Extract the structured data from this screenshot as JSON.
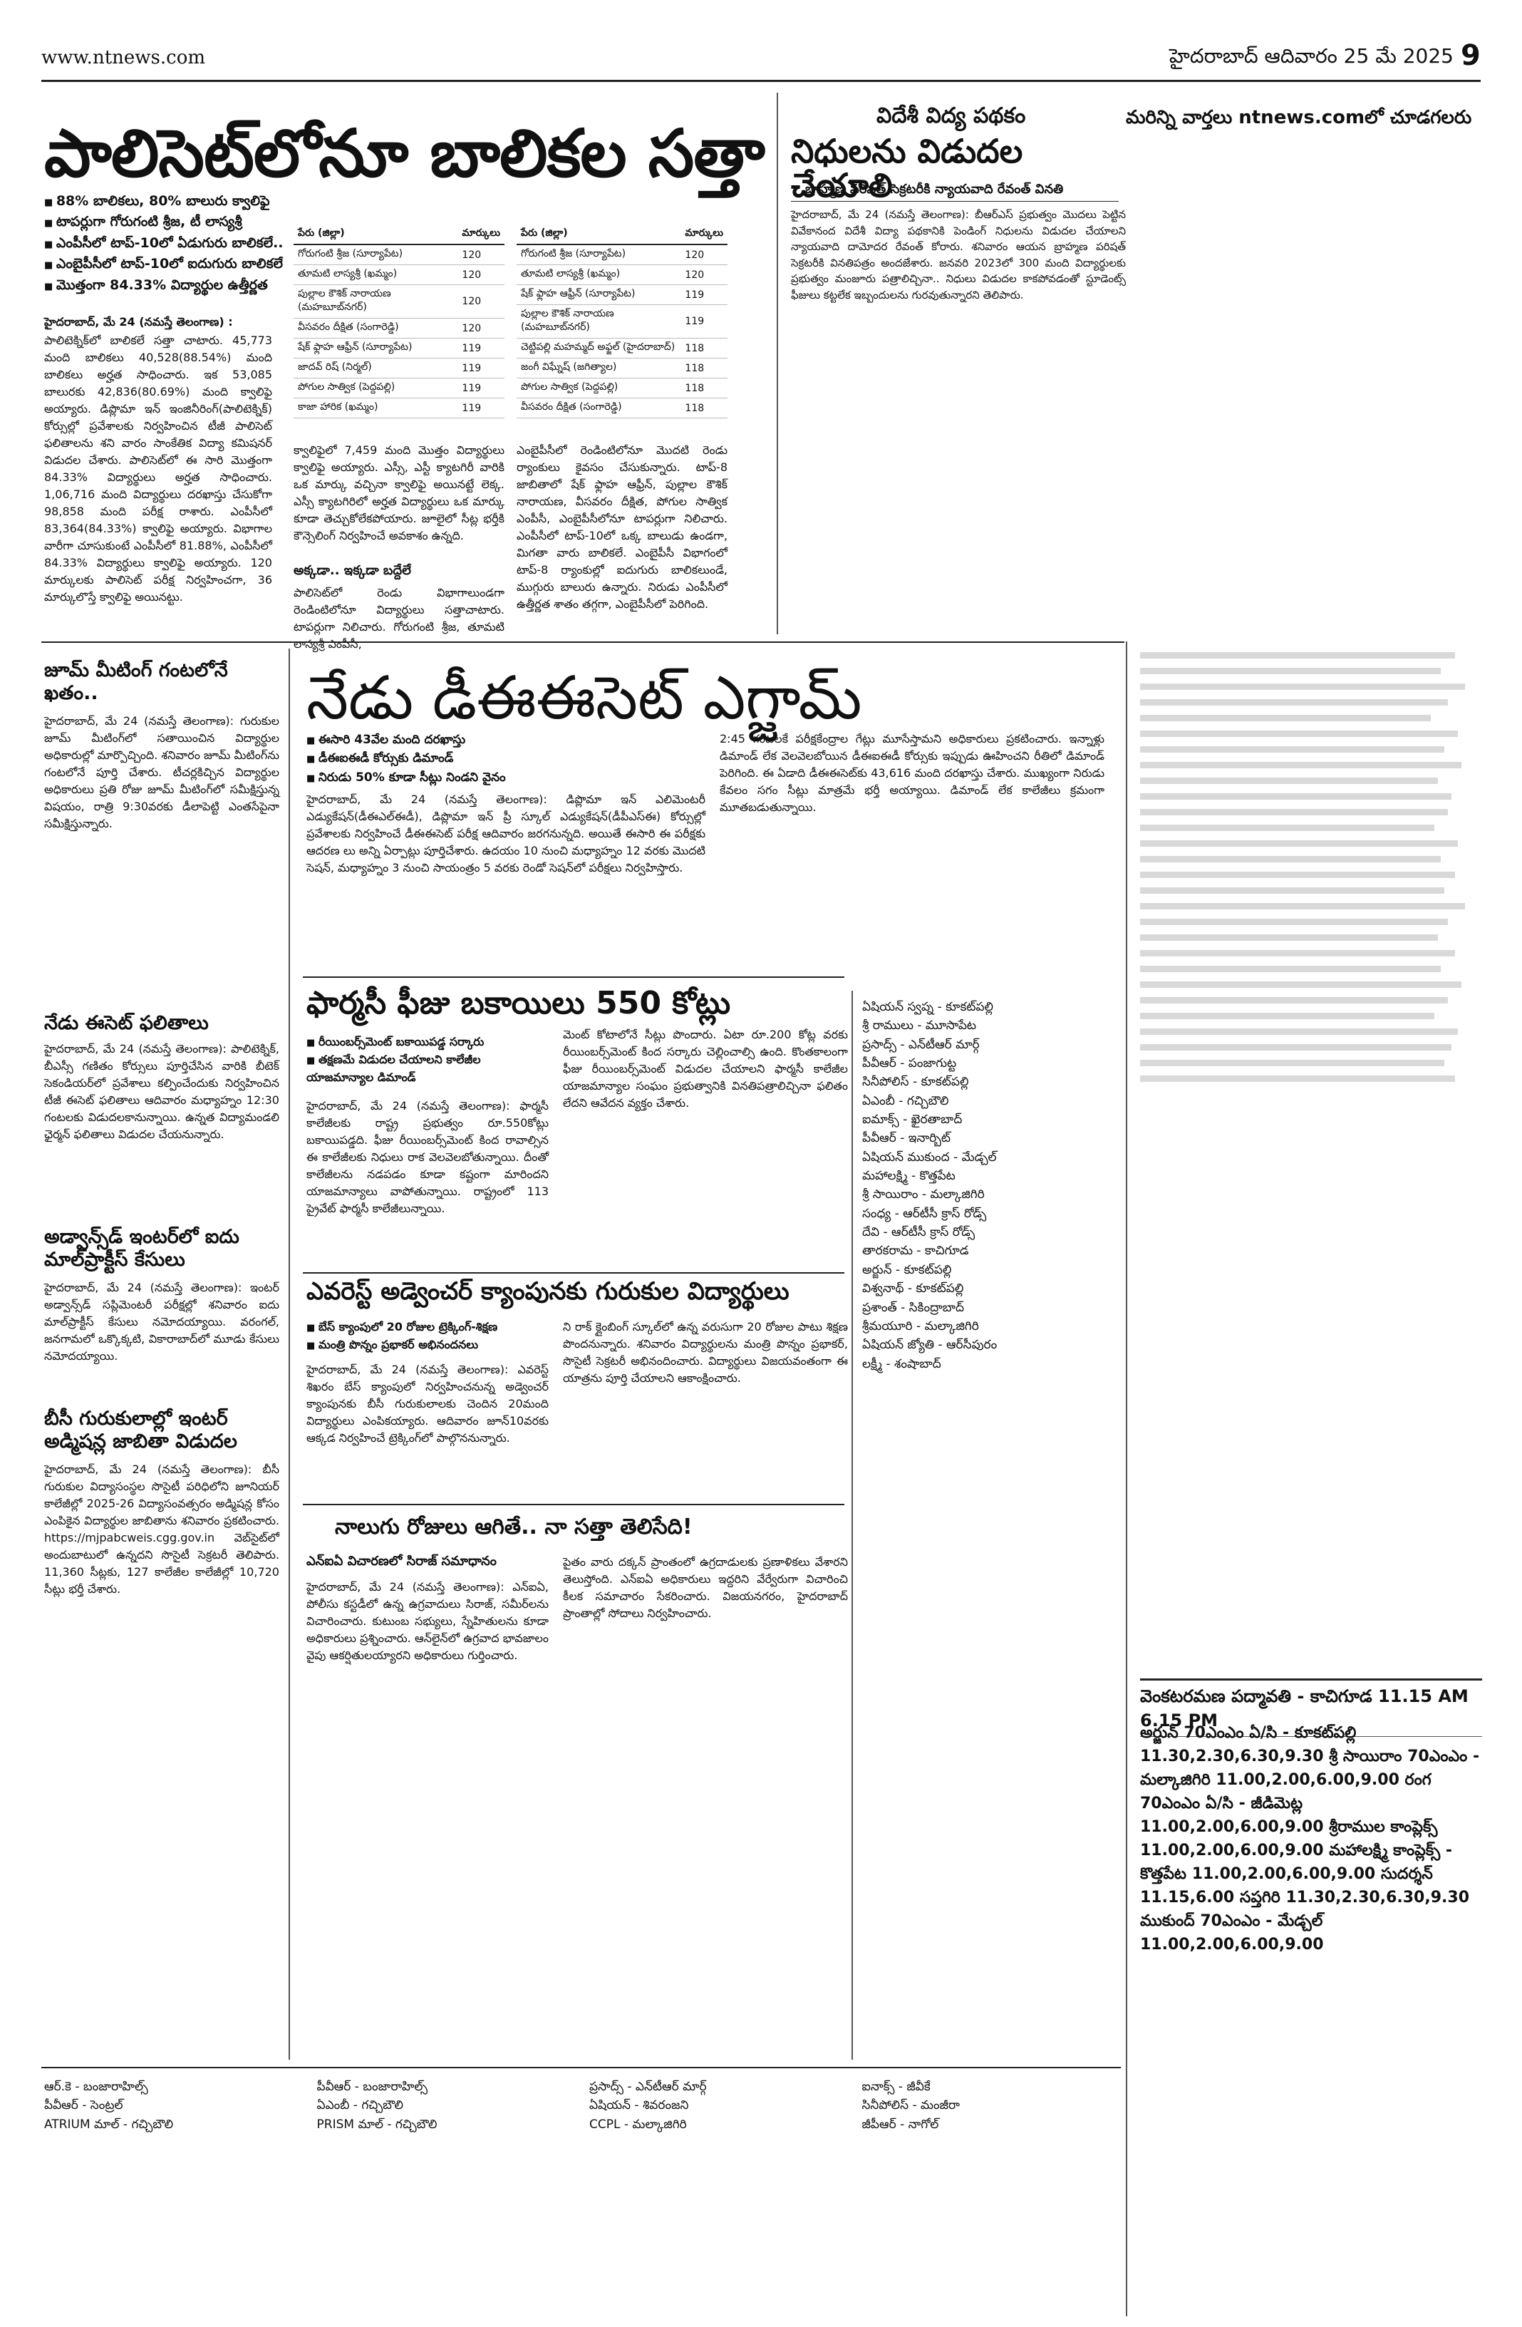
{
  "masthead": {
    "site": "www.ntnews.com",
    "edition_date": "హైదరాబాద్ ఆదివారం 25 మే 2025",
    "page_number": "9",
    "more_news": "మరిన్ని వార్తలు ntnews.comలో చూడగలరు"
  },
  "lead_story": {
    "headline": "పాలిసెట్‌లోనూ బాలికల సత్తా",
    "bullets": [
      "88% బాలికలు, 80% బాలురు క్వాలిఫై",
      "టాపర్లుగా గోరుగంటి శ్రీజ, టీ లాస్యశ్రీ",
      "ఎంపీసీలో టాప్-10లో ఏడుగురు బాలికలే..",
      "ఎంబైపీసీలో టాప్-10లో ఐదుగురు బాలికలే",
      "మొత్తంగా 84.33% విద్యార్థుల ఉత్తీర్ణత"
    ],
    "dateline": "హైదరాబాద్, మే 24 (నమస్తే తెలంగాణ) :",
    "col1_text": "పాలిటెక్నిక్‌లో బాలికలే సత్తా చాటారు. 45,773 మంది బాలికలు 40,528(88.54%) మంది బాలికలు అర్హత సాధించారు. ఇక 53,085 బాలురకు 42,836(80.69%) మంది క్వాలిఫై అయ్యారు. డిప్లొమా ఇన్ ఇంజినీరింగ్(పాలిటెక్నిక్) కోర్సుల్లో ప్రవేశాలకు నిర్వహించిన టీజీ పాలిసెట్ ఫలితాలను శని వారం సాంకేతిక విద్యా కమిషనర్ విడుదల చేశారు. పాలిసెట్‌లో ఈ సారి మొత్తంగా 84.33% విద్యార్థులు అర్హత సాధించారు. 1,06,716 మంది విద్యార్థులు దరఖాస్తు చేసుకోగా 98,858 మంది పరీక్ష రాశారు. ఎంపీసీలో 83,364(84.33%) క్వాలిఫై అయ్యారు. విభాగాల వారీగా చూసుకుంటే ఎంపీసీలో 81.88%, ఎంపీసీలో 84.33% విద్యార్థులు క్వాలిఫై అయ్యారు. 120 మార్కులకు పాలిసెట్ పరీక్ష నిర్వహించగా, 36 మార్కులొస్తే క్వాలిఫై అయినట్టు.",
    "col2_text": "క్వాలిఫైలో 7,459 మంది మొత్తం విద్యార్థులు క్వాలిఫై అయ్యారు. ఎస్సీ, ఎస్టీ క్యాటగిరీ వారికి ఒక మార్కు వచ్చినా క్వాలిఫై అయినట్టే లెక్క. ఎస్సీ క్యాటగిరిలో అర్హత విద్యార్థులు ఒక మార్కు కూడా తెచ్చుకోలేకపోయారు. జూలైలో సీట్ల భర్తీకి కౌన్సెలింగ్ నిర్వహించే అవకాశం ఉన్నది.",
    "col2_sub": "అక్కడా.. ఇక్కడా బద్దేలే",
    "col2_text2": "పాలిసెట్‌లో రెండు విభాగాలుండగా రెండింటిలోనూ విద్యార్థులు సత్తాచాటారు. టాపర్లుగా నిలిచారు. గోరుగంటి శ్రీజ, తూమటి లాస్యశ్రీ ఎంపీసీ,",
    "col3_text": "ఎంబైపీసీలో రెండింటిలోనూ మొదటి రెండు ర్యాంకులు కైవసం చేసుకున్నారు. టాప్-8 జాబితాలో షేక్ ఫ్లాహ ఆఫ్రీన్, పుల్లాల కౌశిక్ నారాయణ, వీసవరం దీక్షిత, పోగుల సాత్విక ఎంపీసీ, ఎంబైపీసీలోనూ టాపర్లుగా నిలిచారు. ఎంపీసీలో టాప్-10లో ఒక్క బాలుడు ఉండగా, మిగతా వారు బాలికలే. ఎంబైపీసీ విభాగంలో టాప్-8 ర్యాంకుల్లో ఐదుగురు బాలికలుండే, ముగ్గురు బాలురు ఉన్నారు. నిరుడు ఎంపీసీలో ఉత్తీర్ణత శాతం తగ్గగా, ఎంబైపీసీలో పెరిగింది.",
    "rank_table_left": {
      "headers": [
        "పేరు (జిల్లా)",
        "మార్కులు"
      ],
      "rows": [
        [
          "గోరుగంటి శ్రీజ (సూర్యాపేట)",
          "120"
        ],
        [
          "తూమటి లాస్యశ్రీ (ఖమ్మం)",
          "120"
        ],
        [
          "పుల్లాల కౌశిక్ నారాయణ (మహబూబ్‌నగర్)",
          "120"
        ],
        [
          "వీసవరం దీక్షిత (సంగారెడ్డి)",
          "120"
        ],
        [
          "షేక్ ఫ్లాహ ఆఫ్రీన్ (సూర్యాపేట)",
          "119"
        ],
        [
          "జాదవ్ రిష్ (నిర్మల్)",
          "119"
        ],
        [
          "పోగుల సాత్విక (పెద్దపల్లి)",
          "119"
        ],
        [
          "కాజా హారిక (ఖమ్మం)",
          "119"
        ]
      ]
    },
    "rank_table_right": {
      "headers": [
        "పేరు (జిల్లా)",
        "మార్కులు"
      ],
      "rows": [
        [
          "గోరుగంటి శ్రీజ (సూర్యాపేట)",
          "120"
        ],
        [
          "తూమటి లాస్యశ్రీ (ఖమ్మం)",
          "120"
        ],
        [
          "షేక్ ఫ్లాహ ఆఫ్రీన్ (సూర్యాపేట)",
          "119"
        ],
        [
          "పుల్లాల కౌశిక్ నారాయణ (మహబూబ్‌నగర్)",
          "119"
        ],
        [
          "చెట్టిపల్లి మహమ్మద్ అఫ్జల్ (హైదరాబాద్)",
          "118"
        ],
        [
          "జంగీ విఘ్నేష్ (జగిత్యాల)",
          "118"
        ],
        [
          "పోగుల సాత్విక (పెద్దపల్లి)",
          "118"
        ],
        [
          "వీసవరం దీక్షిత (సంగారెడ్డి)",
          "118"
        ]
      ]
    }
  },
  "overseas": {
    "kicker": "విదేశీ విద్య పథకం",
    "headline": "నిధులను విడుదల చేయాలి",
    "byline": "బ్రాహ్మణ పరిషత్ సెక్రటరీకి న్యాయవాది రేవంత్ వినతి",
    "text": "హైదరాబాద్, మే 24 (నమస్తే తెలంగాణ): బీఆర్ఎస్ ప్రభుత్వం మొదలు పెట్టిన వివేకానంద విదేశీ విద్యా పథకానికి పెండింగ్ నిధులను విడుదల చేయాలని న్యాయవాది దామోదర రేవంత్ కోరారు. శనివారం ఆయన బ్రాహ్మణ పరిషత్ సెక్రటరీకి వినతిపత్రం అందజేశారు. జనవరి 2023లో 300 మంది విద్యార్థులకు ప్రభుత్వం మంజూరు పత్రాలిచ్చినా.. నిధులు విడుదల కాకపోవడంతో స్టూడెంట్స్ ఫీజులు కట్టలేక ఇబ్బందులను గురవుతున్నారని తెలిపారు."
  },
  "left_column": [
    {
      "head": "జూమ్ మీటింగ్ గంటలోనే ఖతం..",
      "text": "హైదరాబాద్, మే 24 (నమస్తే తెలంగాణ): గురుకుల జూమ్ మీటింగ్‌లో సతాయించిన విద్యార్థుల అధికారుల్లో మార్పొచ్చింది. శనివారం జూమ్ మీటింగ్‌ను గంటలోనే పూర్తి చేశారు. టీచర్లకిచ్చిన విద్యార్థుల అధికారులు ప్రతి రోజు జూమ్ మీటింగ్‌లో సమీక్షిస్తున్న విషయం, రాత్రి 9:30వరకు డీలాపెట్టి ఎంతసేపైనా సమీక్షిస్తున్నారు."
    },
    {
      "head": "నేడు ఈసెట్ ఫలితాలు",
      "text": "హైదరాబాద్, మే 24 (నమస్తే తెలంగాణ): పాలిటెక్నిక్, బీఎస్సీ గణితం కోర్సులు పూర్తిచేసిన వారికి బీటెక్ సెకండియర్‌లో ప్రవేశాలు కల్పించేందుకు నిర్వహించిన టీజీ ఈసెట్ ఫలితాలు ఆదివారం మధ్యాహ్నం 12:30 గంటలకు విడుదలకానున్నాయి. ఉన్నత విద్యామండలి ఛైర్మన్ ఫలితాలు విడుదల చేయనున్నారు."
    },
    {
      "head": "అడ్వాన్స్‌డ్ ఇంటర్‌లో ఐదు మాల్‌ప్రాక్టీస్ కేసులు",
      "text": "హైదరాబాద్, మే 24 (నమస్తే తెలంగాణ): ఇంటర్ అడ్వాన్స్‌డ్ సప్లిమెంటరీ పరీక్షల్లో శనివారం ఐదు మాల్‌ప్రాక్టీస్ కేసులు నమోదయ్యాయి. వరంగల్, జనగామలో ఒక్కొక్కటి, వికారాబాద్‌లో మూడు కేసులు నమోదయ్యాయి."
    },
    {
      "head": "బీసీ గురుకులాల్లో ఇంటర్ అడ్మిషన్ల జాబితా విడుదల",
      "text": "హైదరాబాద్, మే 24 (నమస్తే తెలంగాణ): బీసీ గురుకుల విద్యాసంస్థల సొసైటీ పరిధిలోని జూనియర్ కాలేజీల్లో 2025-26 విద్యాసంవత్సరం అడ్మిషన్ల కోసం ఎంపికైన విద్యార్థుల జాబితాను శనివారం ప్రకటించారు. https://mjpabcweis.cgg.gov.in వెబ్‌సైట్‌లో అందుబాటులో ఉన్నదని సొసైటీ సెక్రటరీ తెలిపారు. 11,360 సీట్లకు, 127 కాలేజీల కాలేజీల్లో 10,720 సీట్లు భర్తీ చేశారు."
    }
  ],
  "eeset": {
    "headline": "నేడు డీఈఈసెట్ ఎగ్జామ్",
    "bullets": [
      "ఈసారి 43వేల మంది దరఖాస్తు",
      "డీఈఐఈడీ కోర్సుకు డిమాండ్",
      "నిరుడు 50% కూడా సీట్లు నిండని వైనం"
    ],
    "text1": "హైదరాబాద్, మే 24 (నమస్తే తెలంగాణ): డిప్లొమా ఇన్ ఎలిమెంటరీ ఎడ్యుకేషన్(డీఈఎల్‌ఈడీ), డిప్లొమా ఇన్ ప్రీ స్కూల్ ఎడ్యుకేషన్(డీపీఎస్‌ఈ) కోర్సుల్లో ప్రవేశాలకు నిర్వహించే డీఈఈసెట్ పరీక్ష ఆదివారం జరగనున్నది. అయితే ఈసారి ఈ పరీక్షకు ఆదరణ లు అన్ని ఏర్పాట్లు పూర్తిచేశారు. ఉదయం 10 నుంచి మధ్యాహ్నం 12 వరకు మొదటి సెషన్, మధ్యాహ్నం 3 నుంచి సాయంత్రం 5 వరకు రెండో సెషన్‌లో పరీక్షలు నిర్వహిస్తారు.",
    "text2": "2:45 గంటలకే పరీక్షకేంద్రాల గేట్లు మూసేస్తామని అధికారులు ప్రకటించారు. ఇన్నాళ్లు డిమాండ్ లేక వెలవెలబోయిన డీఈఐఈడీ కోర్సుకు ఇప్పుడు ఊహించని రీతిలో డిమాండ్ పెరిగింది. ఈ ఏడాది డీఈఈసెట్‌కు 43,616 మంది దరఖాస్తు చేశారు. ముఖ్యంగా నిరుడు కేవలం సగం సీట్లు మాత్రమే భర్తీ అయ్యాయి. డిమాండ్ లేక కాలేజీలు క్రమంగా మూతబడుతున్నాయి."
  },
  "pharmacy": {
    "headline": "ఫార్మసీ ఫీజు బకాయిలు 550 కోట్లు",
    "bullets": [
      "రీయింబర్స్‌మెంట్ బకాయిపడ్డ సర్కారు",
      "తక్షణమే విడుదల చేయాలని కాలేజీల యాజమాన్యాల డిమాండ్"
    ],
    "text1": "హైదరాబాద్, మే 24 (నమస్తే తెలంగాణ): ఫార్మసీ కాలేజీలకు రాష్ట్ర ప్రభుత్వం రూ.550కోట్లు బకాయిపడ్డది. ఫీజు రీయింబర్స్‌మెంట్ కింద రావాల్సిన ఈ కాలేజీలకు నిధులు రాక వెలవెలబోతున్నాయి. దీంతో కాలేజీలను నడపడం కూడా కష్టంగా మారిందని యాజమాన్యాలు వాపోతున్నాయి. రాష్ట్రంలో 113 ప్రైవేట్ ఫార్మసీ కాలేజీలున్నాయి.",
    "text2": "మెంట్ కోటాలోనే సీట్లు పొందారు. ఏటా రూ.200 కోట్ల వరకు రీయింబర్స్‌మెంట్ కింద సర్కారు చెల్లించాల్సి ఉంది. కొంతకాలంగా ఫీజు రీయింబర్స్‌మెంట్ విడుదల చేయాలని ఫార్మసీ కాలేజీల యాజమాన్యాల సంఘం ప్రభుత్వానికి వినతిపత్రాలిచ్చినా ఫలితం లేదని ఆవేదన వ్యక్తం చేశారు."
  },
  "everest": {
    "headline": "ఎవరెస్ట్ అడ్వెంచర్ క్యాంపునకు గురుకుల విద్యార్థులు",
    "bullets": [
      "బేస్ క్యాంపులో 20 రోజుల ట్రెక్కింగ్-శిక్షణ",
      "మంత్రి పొన్నం ప్రభాకర్ అభినందనలు"
    ],
    "text1": "హైదరాబాద్, మే 24 (నమస్తే తెలంగాణ): ఎవరెస్ట్ శిఖరం బేస్ క్యాంపులో నిర్వహించనున్న అడ్వెంచర్ క్యాంపునకు బీసీ గురుకులాలకు చెందిన 20మంది విద్యార్థులు ఎంపికయ్యారు. ఆదివారం జూన్10వరకు ఆక్కడ నిర్వహించే ట్రెక్కింగ్‌లో పాల్గొననున్నారు.",
    "text2": "ని రాక్ క్లైంబింగ్ స్కూల్‌లో ఉన్న వరుసుగా 20 రోజుల పాటు శిక్షణ పొందనున్నారు. శనివారం విద్యార్థులను మంత్రి పొన్నం ప్రభాకర్, సొసైటీ సెక్రటరీ అభినందించారు. విద్యార్థులు విజయవంతంగా ఈ యాత్రను పూర్తి చేయాలని ఆకాంక్షించారు."
  },
  "nalugu": {
    "headline": "నాలుగు రోజులు ఆగితే.. నా సత్తా తెలిసేది!",
    "byline": "ఎన్ఐఏ విచారణలో సిరాజ్ సమాధానం",
    "text1": "హైదరాబాద్, మే 24 (నమస్తే తెలంగాణ): ఎన్ఐఏ, పోలీసు కస్టడీలో ఉన్న ఉగ్రవాదులు సిరాజ్, సమీర్‌లను విచారించారు. కుటుంబ సభ్యులు, స్నేహితులను కూడా అధికారులు ప్రశ్నించారు. ఆన్‌లైన్‌లో ఉగ్రవాద భావజాలం వైపు ఆకర్షితులయ్యారని అధికారులు గుర్తించారు.",
    "text2": "పైతం వారు దక్కన్ ప్రాంతంలో ఉగ్రదాడులకు ప్రణాళికలు వేశారని తెలుస్తోంది. ఎన్ఐఏ అధికారులు ఇద్దరిని వేర్వేరుగా విచారించి కీలక సమాచారం సేకరించారు. విజయనగరం, హైదరాబాద్ ప్రాంతాల్లో సోదాలు నిర్వహించారు."
  },
  "cinema_grid": [
    [
      "ఏషియన్ స్వప్న - కూకట్‌పల్లి",
      "శ్రీ రాములు - మూసాపేట"
    ],
    [
      "ప్రసాద్స్ - ఎన్‌టీఆర్ మార్గ్",
      "పీవీఆర్ - పంజాగుట్ట"
    ],
    [
      "సినీపోలిస్ - కూకట్‌పల్లి",
      "ఏఎంబీ - గచ్చిబౌలి"
    ],
    [
      "ఐమాక్స్ - ఖైరతాబాద్",
      "పీవీఆర్ - ఇనార్బిట్"
    ],
    [
      "ఏషియన్ ముకుంద - మేడ్చల్",
      "మహాలక్ష్మి - కొత్తపేట"
    ],
    [
      "శ్రీ సాయిరాం - మల్కాజిగిరి",
      "సంధ్య - ఆర్‌టీసీ క్రాస్ రోడ్స్"
    ],
    [
      "దేవి - ఆర్‌టీసీ క్రాస్ రోడ్స్",
      "తారకరామ - కాచిగూడ"
    ],
    [
      "అర్జున్ - కూకట్‌పల్లి",
      "విశ్వనాథ్ - కూకట్‌పల్లి"
    ],
    [
      "ప్రశాంత్ - సికింద్రాబాద్",
      "శ్రీమయూరి - మల్కాజిగిరి"
    ],
    [
      "ఏషియన్ జ్యోతి - ఆర్‌సీపురం",
      "లక్ష్మీ - శంషాబాద్"
    ]
  ],
  "cinema_ad": {
    "venue": "వెంకటరమణ పద్మావతి - కాచిగూడ 11.15 AM 6.15 PM",
    "shows_text": "అర్జున్ 70ఎంఎం ఏ/సి - కూకట్‌పల్లి 11.30,2.30,6.30,9.30  శ్రీ సాయిరాం 70ఎంఎం - మల్కాజిగిరి 11.00,2.00,6.00,9.00  రంగ 70ఎంఎం ఏ/సి - జీడిమెట్ల 11.00,2.00,6.00,9.00  శ్రీరాముల కాంప్లెక్స్ 11.00,2.00,6.00,9.00  మహాలక్ష్మి కాంప్లెక్స్ - కొత్తపేట 11.00,2.00,6.00,9.00  సుదర్శన్ 11.15,6.00  సప్తగిరి 11.30,2.30,6.30,9.30  ముకుంద్ 70ఎంఎం - మేడ్చల్ 11.00,2.00,6.00,9.00"
  },
  "footer_listing": [
    "ఆర్.కె - బంజారాహిల్స్",
    "పీవీఆర్ - బంజారాహిల్స్",
    "ప్రసాద్స్ - ఎన్‌టీఆర్ మార్గ్",
    "ఐనాక్స్ - జీవీకే",
    "పీవీఆర్ - సెంట్రల్",
    "ఏఎంబీ - గచ్చిబౌలి",
    "ఏషియన్ - శివరంజని",
    "సినీపోలిస్ - మంజీరా",
    "ATRIUM మాల్ - గచ్చిబౌలి",
    "PRISM మాల్ - గచ్చిబౌలి",
    "CCPL - మల్కాజిగిరి",
    "జీపీఆర్ - నాగోల్"
  ]
}
